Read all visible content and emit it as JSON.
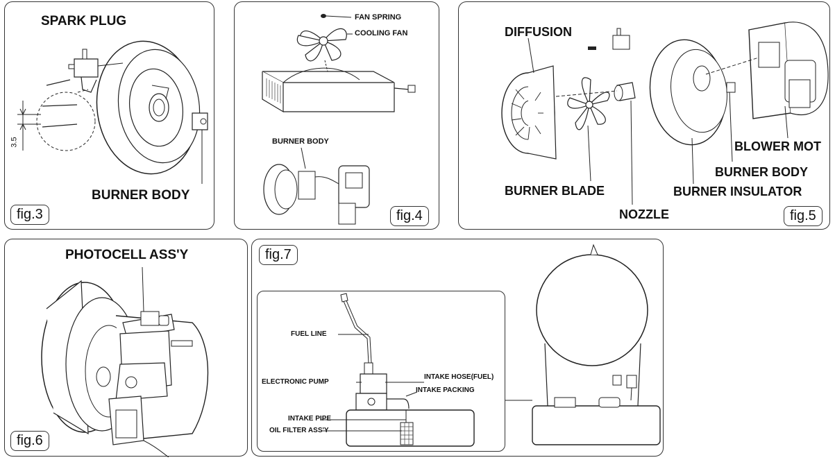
{
  "fig3": {
    "tag": "fig.3",
    "spark_plug": "SPARK PLUG",
    "burner_body": "BURNER BODY",
    "gap": "3.5"
  },
  "fig4": {
    "tag": "fig.4",
    "fan_spring": "FAN SPRING",
    "cooling_fan": "COOLING FAN",
    "burner_body": "BURNER BODY"
  },
  "fig5": {
    "tag": "fig.5",
    "diffusion": "DIFFUSION",
    "blower_motor": "BLOWER MOT",
    "burner_body": "BURNER BODY",
    "burner_insulator": "BURNER INSULATOR",
    "burner_blade": "BURNER BLADE",
    "nozzle": "NOZZLE"
  },
  "fig6": {
    "tag": "fig.6",
    "photocell": "PHOTOCELL ASS'Y"
  },
  "fig7": {
    "tag": "fig.7",
    "fuel_line": "FUEL LINE",
    "electronic_pump": "ELECTRONIC PUMP",
    "intake_hose": "INTAKE HOSE(FUEL)",
    "intake_packing": "INTAKE PACKING",
    "intake_pipe": "INTAKE PIPE",
    "oil_filter": "OIL FILTER ASS'Y"
  }
}
